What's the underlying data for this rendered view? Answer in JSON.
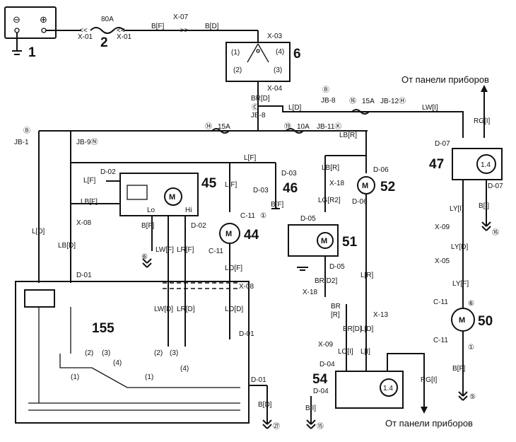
{
  "captions": {
    "top_right": "От панели приборов",
    "bottom_right": "От панели приборов"
  },
  "components": {
    "battery": "1",
    "fusible_link": "2",
    "ignition_switch": "6",
    "relay_45": "45",
    "relay_46": "46",
    "motor_44": "44",
    "motor_52": "52",
    "motor_51": "51",
    "unit_47": "47",
    "motor_50": "50",
    "unit_54": "54",
    "switch_155": "155"
  },
  "labels": {
    "bat_minus": "⊖",
    "bat_plus": "⊕",
    "fuse_80a": "80A",
    "x01_a": "X-01",
    "x01_b": "X-01",
    "x07": "X-07",
    "bf_1": "B[F]",
    "bd_1": "B[D]",
    "x03": "X-03",
    "sw_1": "(1)",
    "sw_2": "(2)",
    "sw_3": "(3)",
    "sw_4": "(4)",
    "x04": "X-04",
    "brd": "BR[D]",
    "c_mark": "Ⓒ",
    "jb8_a": "JB-8",
    "ld_1": "L[D]",
    "b_mark": "Ⓑ",
    "jb8_b": "JB-8",
    "m16": "⑯",
    "fuse_15a_1": "15A",
    "jb12": "JB-12Ⓗ",
    "lwi": "LW[I]",
    "rgi": "RG[I]",
    "b_mark2": "Ⓑ",
    "jb1": "JB-1",
    "jb9": "JB-9Ⓝ",
    "m14": "⑭",
    "fuse_15a_2": "15A",
    "m19": "⑲",
    "fuse_10a": "10A",
    "jb11": "JB-11Ⓚ",
    "lbr_1": "LB[R]",
    "d07_a": "D-07",
    "d07_b": "D-07",
    "lf_1": "L[F]",
    "d02_a": "D-02",
    "lf_2": "L[F]",
    "lf_3": "L[F]",
    "d03_a": "D-03",
    "d03_b": "D-03",
    "lbr_2": "LB[R]",
    "d06_a": "D-06",
    "x18_a": "X-18",
    "lbf": "LB[F]",
    "lo": "Lo",
    "hi": "Hi",
    "bf_2": "B[F]",
    "lgr2": "LG[R2]",
    "d06_b": "D-06",
    "lyi": "LY[I]",
    "bi_1": "B[I]",
    "x08_a": "X-08",
    "c11_a": "C-11",
    "c11_a_mark": "①",
    "bf_3": "B[F]",
    "d02_b": "D-02",
    "d05_a": "D-05",
    "m6": "⑥",
    "ldd": "LB[D]",
    "lw_f": "LW[F]",
    "lr_f": "LR[F]",
    "c11_b": "C-11",
    "x09_a": "X-09",
    "ly_d": "LY[D]",
    "ld_2": "L[D]",
    "lo_f": "LO[F]",
    "d05_b": "D-05",
    "d01_a": "D-01",
    "br_d2": "BR[D2]",
    "lr_1": "L[R]",
    "x05": "X-05",
    "ly_f": "LY[F]",
    "x08_b": "X-08",
    "x18_b": "X-18",
    "c11_c": "C-11",
    "c11_c_mark": "⑥",
    "lw_d": "LW[D]",
    "lr_d": "LR[D]",
    "lo_d": "LO[D]",
    "br": "BR",
    "r_in": "[R]",
    "x13": "X-13",
    "d01_b": "D-01",
    "br_d": "BR[D]",
    "ld_3": "L[D]",
    "c11_d": "C-11",
    "c11_d_mark": "①",
    "x09_b": "X-09",
    "lo_i": "LO[I]",
    "l_i": "L[I]",
    "bf_4": "B[F]",
    "s1_2": "(2)",
    "s1_3": "(3)",
    "s1_4": "(4)",
    "s1_1": "(1)",
    "s2_2": "(2)",
    "s2_3": "(3)",
    "s2_4": "(4)",
    "s2_1": "(1)",
    "d04_a": "D-04",
    "d04_b": "D-04",
    "d01_c": "D-01",
    "rgi_2": "RG[I]",
    "bd_2": "B[D]",
    "bi_2": "B[I]",
    "m27": "㉗",
    "m15": "⑮",
    "m5": "⑤",
    "m16b": "⑯",
    "ratio_47": "1.4",
    "ratio_54": "1.4",
    "motor_m": "M"
  }
}
